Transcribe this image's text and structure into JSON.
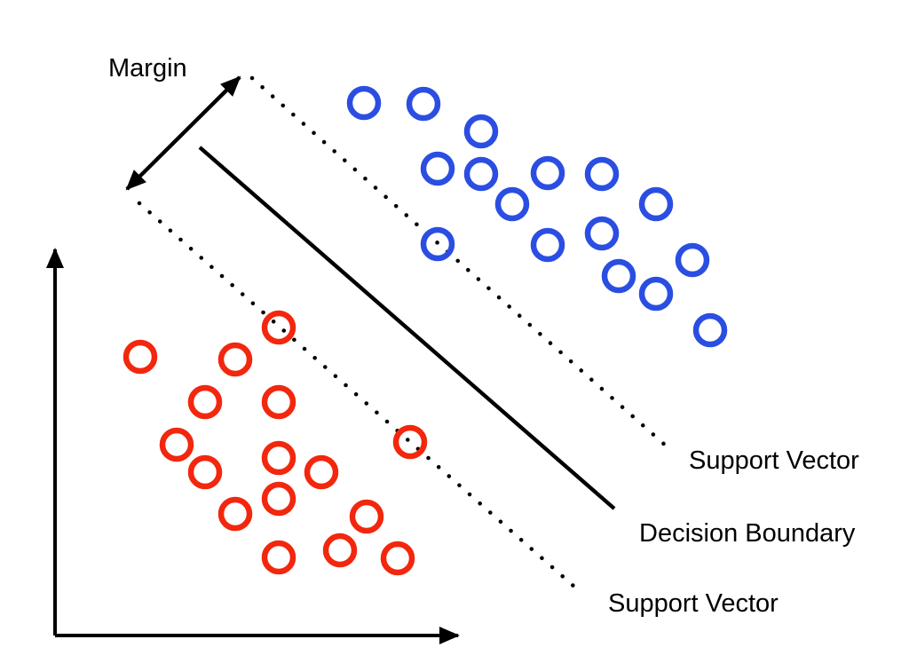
{
  "labels": {
    "margin": "Margin",
    "support_vector_top": "Support Vector",
    "decision_boundary": "Decision Boundary",
    "support_vector_bottom": "Support Vector"
  },
  "colors": {
    "blue_class": "#2b4ee2",
    "red_class": "#f2270e",
    "ink": "#000000",
    "background": "#ffffff"
  },
  "chart_data": {
    "type": "scatter",
    "title": "",
    "xlabel": "",
    "ylabel": "",
    "legend": [],
    "marker": {
      "radius": 16,
      "stroke_width": 6.5
    },
    "series": [
      {
        "name": "blue-class",
        "color": "#2b4ee2",
        "points": [
          [
            410,
            116
          ],
          [
            477,
            117
          ],
          [
            542,
            148
          ],
          [
            493,
            190
          ],
          [
            542,
            196
          ],
          [
            617,
            195
          ],
          [
            678,
            196
          ],
          [
            577,
            230
          ],
          [
            739,
            230
          ],
          [
            493,
            275
          ],
          [
            617,
            276
          ],
          [
            678,
            263
          ],
          [
            697,
            311
          ],
          [
            739,
            331
          ],
          [
            780,
            293
          ],
          [
            800,
            372
          ]
        ]
      },
      {
        "name": "red-class",
        "color": "#f2270e",
        "points": [
          [
            314,
            369
          ],
          [
            158,
            402
          ],
          [
            265,
            405
          ],
          [
            231,
            453
          ],
          [
            314,
            453
          ],
          [
            199,
            501
          ],
          [
            231,
            532
          ],
          [
            314,
            516
          ],
          [
            362,
            532
          ],
          [
            462,
            498
          ],
          [
            314,
            562
          ],
          [
            265,
            579
          ],
          [
            413,
            582
          ],
          [
            314,
            628
          ],
          [
            383,
            620
          ],
          [
            448,
            629
          ]
        ]
      }
    ]
  },
  "geometry": {
    "decision_boundary_line": [
      225,
      166,
      692,
      573
    ],
    "support_vector_line_upper": [
      284,
      88,
      751,
      503
    ],
    "support_vector_line_lower": [
      157,
      229,
      647,
      661
    ],
    "margin_arrow": [
      143,
      213,
      270,
      87
    ],
    "y_axis": [
      62,
      716,
      62,
      281
    ],
    "x_axis": [
      62,
      716,
      516,
      716
    ]
  }
}
